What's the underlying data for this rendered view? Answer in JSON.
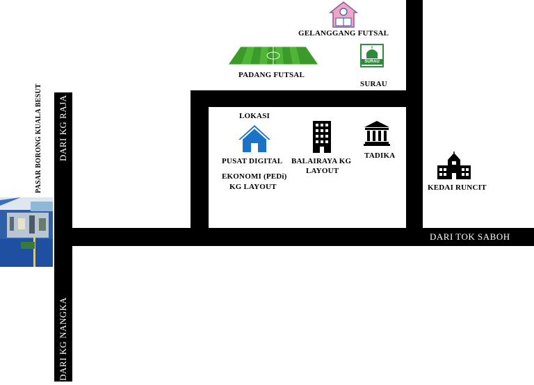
{
  "roads": {
    "left_top": "DARI KG RAJA",
    "left_bottom": "DARI KG NANGKA",
    "right": "DARI TOK SABOH"
  },
  "places": {
    "gelanggang": "GELANGGANG FUTSAL",
    "padang": "PADANG FUTSAL",
    "surau": "SURAU",
    "surau_sign": "SURAU",
    "lokasi": "LOKASI",
    "pedi_line1": "PUSAT DIGITAL",
    "pedi_line2": "EKONOMI (PEDi)",
    "pedi_line3": "KG LAYOUT",
    "balairaya_line1": "BALAIRAYA KG",
    "balairaya_line2": "LAYOUT",
    "tadika": "TADIKA",
    "kedai": "KEDAI RUNCIT",
    "pasar": "PASAR BORONG KUALA BESUT"
  },
  "colors": {
    "road": "#000000",
    "road_text": "#ffffff",
    "home_icon": "#1a73c8",
    "field_green": "#3c9a2a",
    "surau_green": "#2e8b3d",
    "futsal_pink": "#f2a6c6"
  },
  "icons": [
    "futsal-hall-icon",
    "football-field-icon",
    "mosque-icon",
    "home-icon",
    "office-building-icon",
    "bank-building-icon",
    "school-icon"
  ]
}
